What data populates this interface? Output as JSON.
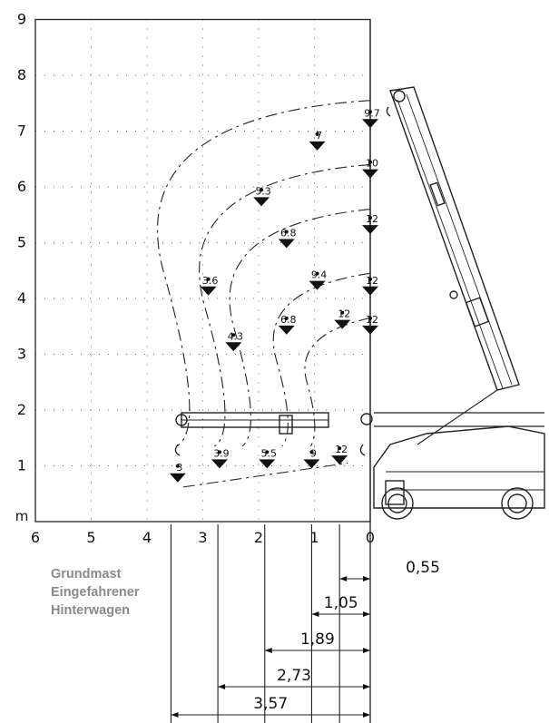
{
  "caption": [
    "Grundmast",
    "Eingefahrener",
    "Hinterwagen"
  ],
  "y_axis": {
    "unit": "m",
    "ticks": [
      "1",
      "2",
      "3",
      "4",
      "5",
      "6",
      "7",
      "8",
      "9"
    ]
  },
  "x_axis": {
    "ticks": [
      "6",
      "5",
      "4",
      "3",
      "2",
      "1",
      "0"
    ]
  },
  "load_points": [
    {
      "label": "9.7",
      "x": 0.0,
      "y": 7.15
    },
    {
      "label": "7",
      "x": 0.95,
      "y": 6.75
    },
    {
      "label": "10",
      "x": 0.0,
      "y": 6.25
    },
    {
      "label": "5.3",
      "x": 1.95,
      "y": 5.75
    },
    {
      "label": "6.8",
      "x": 1.5,
      "y": 5.0
    },
    {
      "label": "12",
      "x": 0.0,
      "y": 5.25
    },
    {
      "label": "3.6",
      "x": 2.9,
      "y": 4.15
    },
    {
      "label": "9.4",
      "x": 0.95,
      "y": 4.25
    },
    {
      "label": "12",
      "x": 0.0,
      "y": 4.15
    },
    {
      "label": "6.8",
      "x": 1.5,
      "y": 3.45
    },
    {
      "label": "12",
      "x": 0.5,
      "y": 3.55
    },
    {
      "label": "12",
      "x": 0.0,
      "y": 3.45
    },
    {
      "label": "4.3",
      "x": 2.45,
      "y": 3.15
    },
    {
      "label": "3",
      "x": 3.45,
      "y": 0.8
    },
    {
      "label": "3.9",
      "x": 2.7,
      "y": 1.05
    },
    {
      "label": "5.5",
      "x": 1.85,
      "y": 1.05
    },
    {
      "label": "9",
      "x": 1.05,
      "y": 1.05
    },
    {
      "label": "12",
      "x": 0.55,
      "y": 1.12
    }
  ],
  "dimensions": [
    {
      "label": "0,55",
      "x": 0.55
    },
    {
      "label": "1,05",
      "x": 1.05
    },
    {
      "label": "1,89",
      "x": 1.89
    },
    {
      "label": "2,73",
      "x": 2.73
    },
    {
      "label": "3,57",
      "x": 3.57
    }
  ]
}
